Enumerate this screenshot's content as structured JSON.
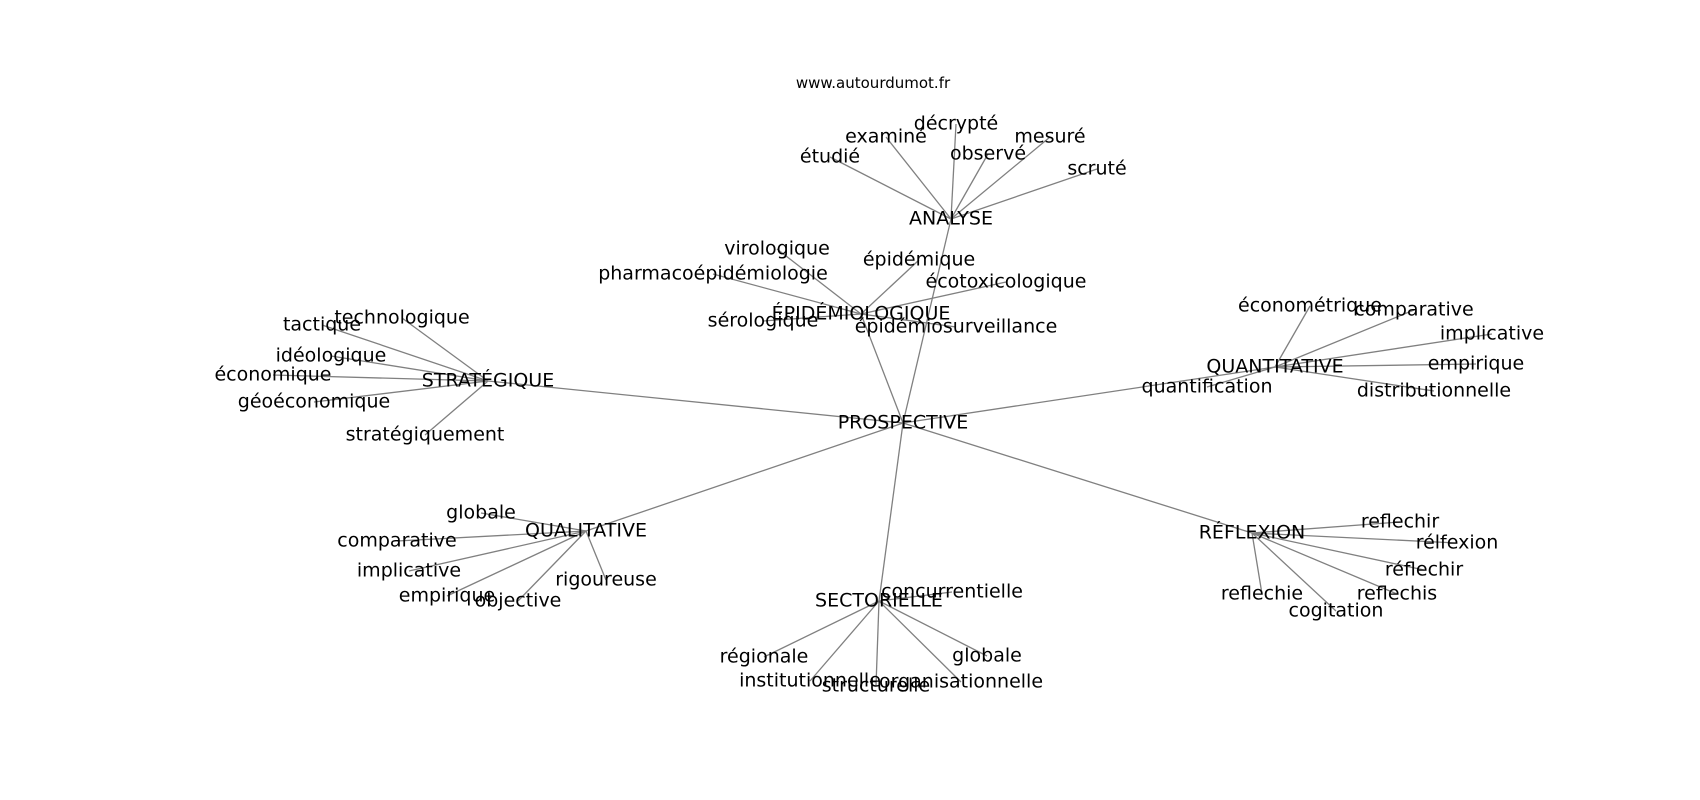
{
  "site": "www.autourdumot.fr",
  "center": "PROSPECTIVE",
  "groups": [
    {
      "name": "ANALYSE",
      "words": [
        "étudié",
        "examiné",
        "décrypté",
        "observé",
        "mesuré",
        "scruté"
      ]
    },
    {
      "name": "ÉPIDÉMIOLOGIQUE",
      "words": [
        "virologique",
        "pharmacoépidémiologie",
        "sérologique",
        "épidémique",
        "écotoxicologique",
        "épidémiosurveillance"
      ]
    },
    {
      "name": "STRATÉGIQUE",
      "words": [
        "technologique",
        "tactique",
        "idéologique",
        "économique",
        "géoéconomique",
        "stratégiquement"
      ]
    },
    {
      "name": "QUANTITATIVE",
      "words": [
        "économétrique",
        "comparative",
        "implicative",
        "empirique",
        "distributionnelle",
        "quantification"
      ]
    },
    {
      "name": "QUALITATIVE",
      "words": [
        "globale",
        "comparative",
        "implicative",
        "empirique",
        "objective",
        "rigoureuse"
      ]
    },
    {
      "name": "SECTORIELLE",
      "words": [
        "concurrentielle",
        "régionale",
        "institutionnelle",
        "structurelle",
        "organisationnelle",
        "globale"
      ]
    },
    {
      "name": "RÉFLEXION",
      "words": [
        "reflechir",
        "rélfexion",
        "réflechir",
        "reflechis",
        "cogitation",
        "reflechie"
      ]
    }
  ]
}
